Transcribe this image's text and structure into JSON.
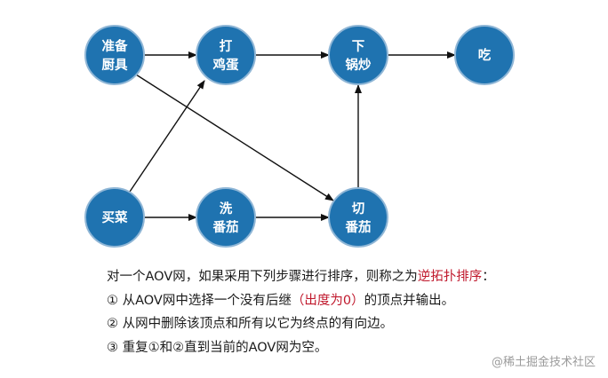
{
  "nodes": {
    "prepare": [
      "准备",
      "厨具"
    ],
    "eggs": [
      "打",
      "鸡蛋"
    ],
    "wok": [
      "下",
      "锅炒"
    ],
    "eat": [
      "吃"
    ],
    "buy": [
      "买菜"
    ],
    "wash": [
      "洗",
      "番茄"
    ],
    "cut": [
      "切",
      "番茄"
    ]
  },
  "colors": {
    "node": "#1f73b0",
    "arrow": "#111111",
    "highlight": "#c0192d"
  },
  "text": {
    "line1_a": "对一个AOV网，如果采用下列步骤进行排序，则称之为",
    "line1_term": "逆拓扑排序",
    "line1_b": "：",
    "line2_a": "① 从AOV网中选择一个没有后继",
    "line2_hl": "（出度为0）",
    "line2_b": "的顶点并输出。",
    "line3": "② 从网中删除该顶点和所有以它为终点的有向边。",
    "line4": "③ 重复①和②直到当前的AOV网为空。"
  },
  "watermark": "@稀土掘金技术社区"
}
